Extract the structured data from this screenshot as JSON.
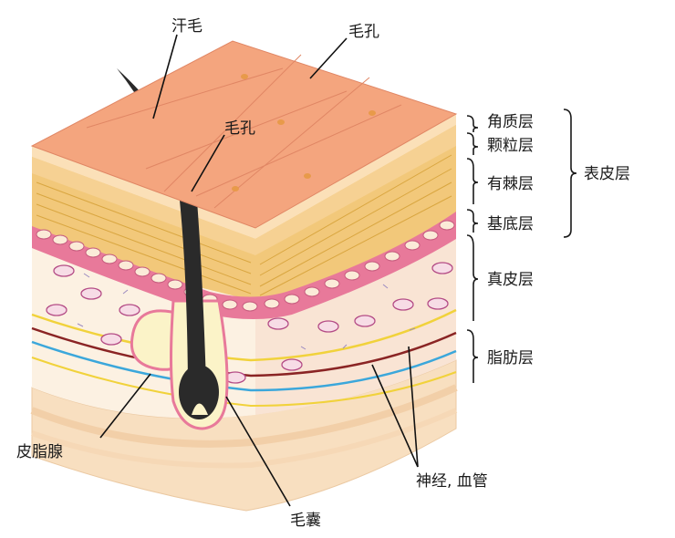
{
  "labels": {
    "sweat_hair": "汗毛",
    "pore_top": "毛孔",
    "pore_hair": "毛孔",
    "stratum_corneum": "角质层",
    "stratum_granulosum": "颗粒层",
    "stratum_spinosum": "有棘层",
    "stratum_basale": "基底层",
    "epidermis": "表皮层",
    "dermis": "真皮层",
    "subcutaneous_fat": "脂肪层",
    "sebaceous_gland": "皮脂腺",
    "nerves_vessels": "神经, 血管",
    "hair_follicle": "毛囊"
  },
  "colors": {
    "surface": "#F4A57E",
    "surface_lines": "#E08664",
    "corneum": "#FBE0B8",
    "granular": "#F6D193",
    "spinous": "#F2C87A",
    "basal": "#E8799A",
    "dermis": "#F9E6D0",
    "fat": "#F8DFC0",
    "hair": "#2A2A2A",
    "nerve_yellow": "#F1D23B",
    "vessel_blue": "#3BA7DB",
    "vessel_red": "#8A2424"
  }
}
